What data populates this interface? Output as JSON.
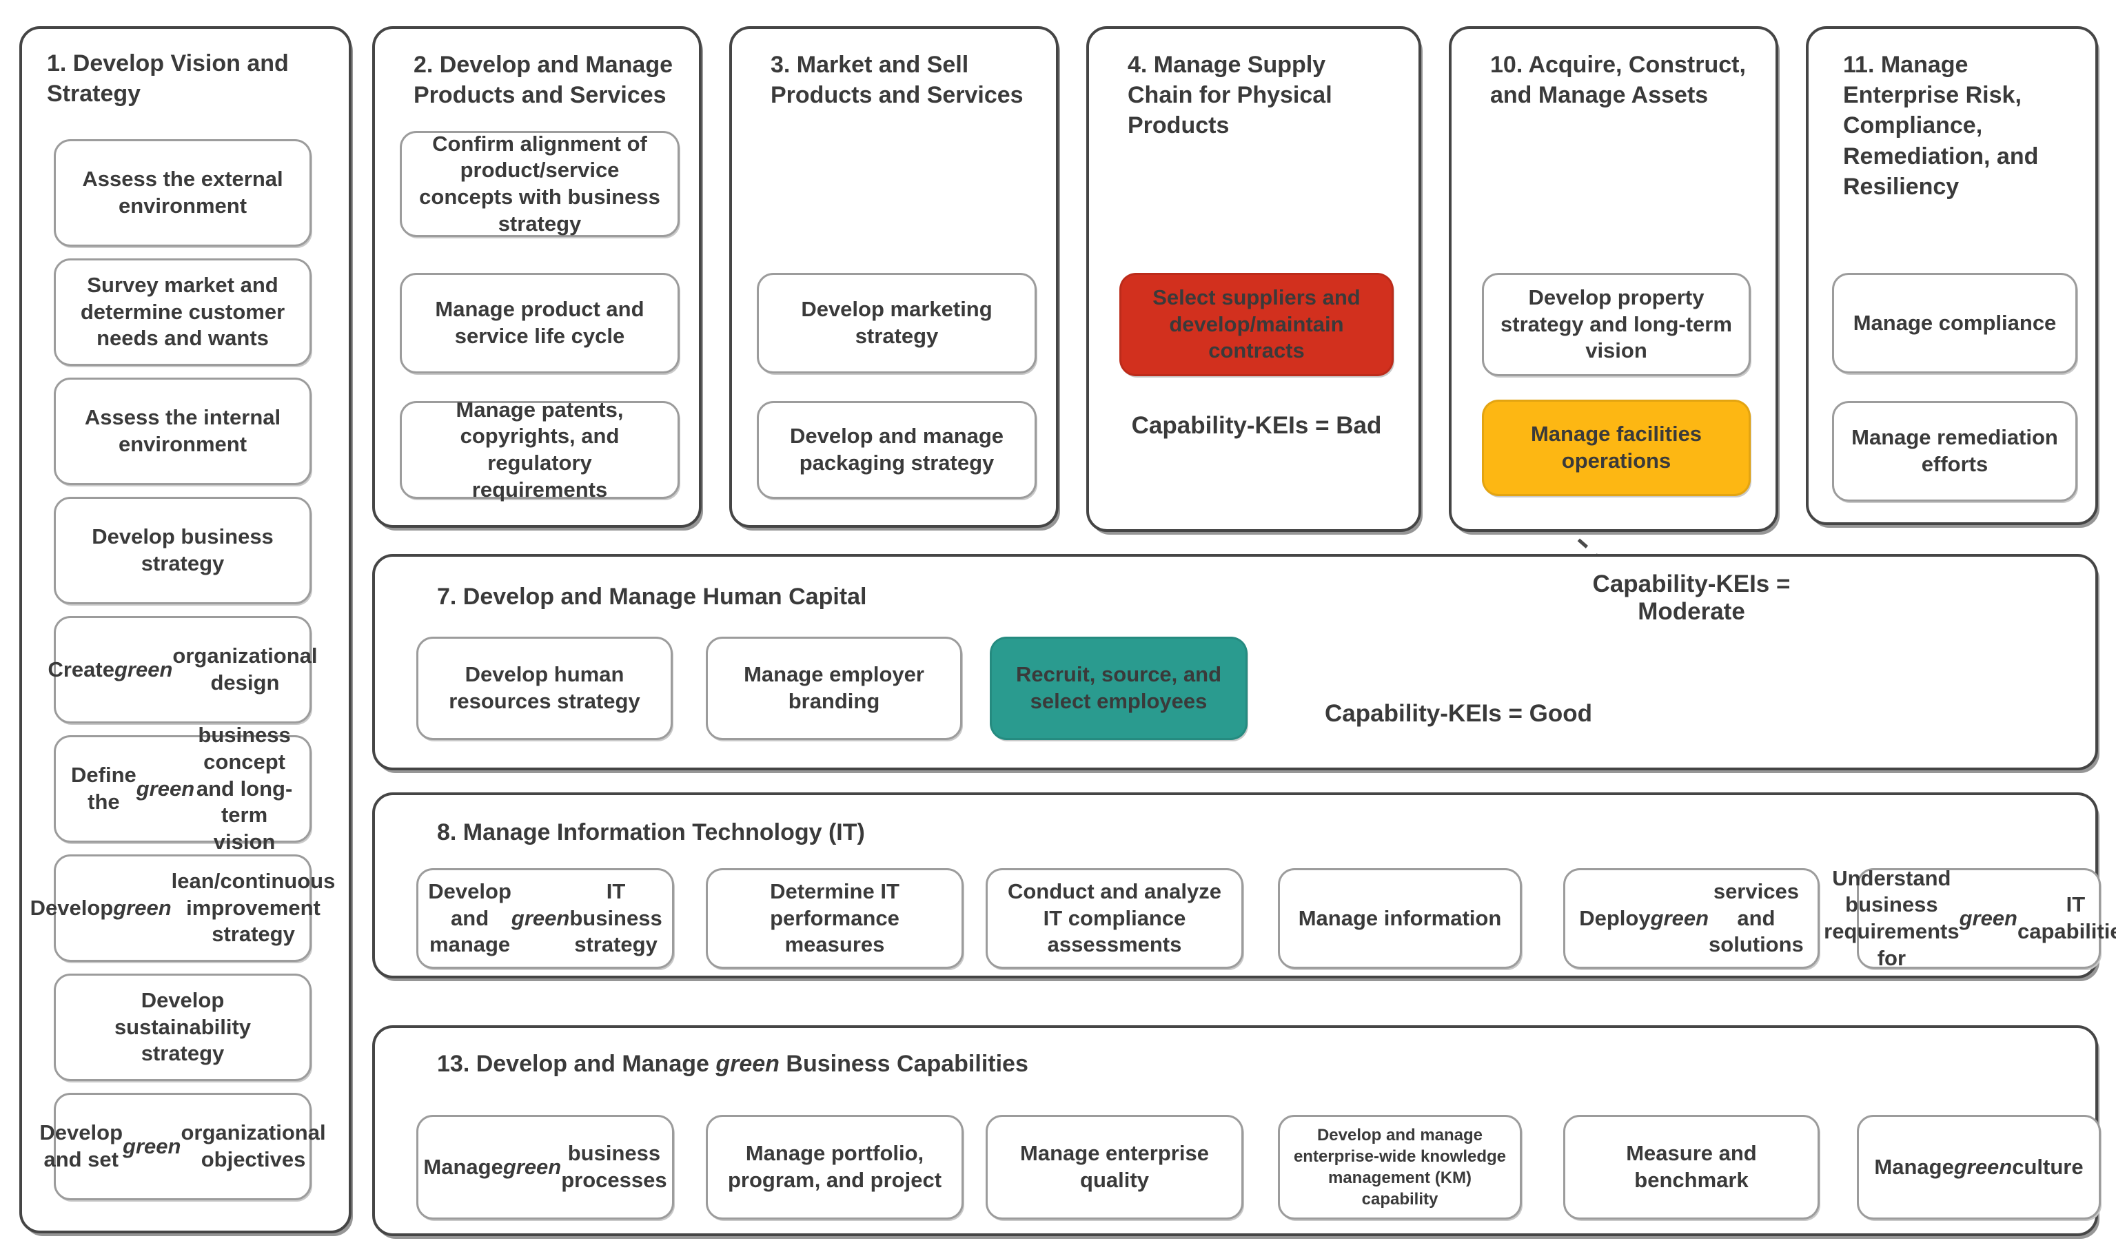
{
  "emphasis_terms": [
    "green"
  ],
  "colors": {
    "bad": "#d2301e",
    "moderate": "#fdb713",
    "good": "#2a9b8f",
    "outline": "#454545",
    "cell_border": "#9c9c9c",
    "text": "#3a3a3a"
  },
  "legend": {
    "bad": "Capability-KEIs = Bad",
    "moderate": "Capability-KEIs = Moderate",
    "good": "Capability-KEIs = Good"
  },
  "groups": {
    "g1": {
      "title": "1. Develop Vision and Strategy",
      "items": [
        "Assess the external environment",
        "Survey market and determine customer needs and wants",
        "Assess the internal environment",
        "Develop business strategy",
        "Create green organizational design",
        "Define the green business concept and long-term vision",
        "Develop green lean/continuous improvement strategy",
        "Develop sustainability strategy",
        "Develop and set green organizational objectives"
      ]
    },
    "g2": {
      "title": "2. Develop and Manage Products and Services",
      "items": [
        "Confirm alignment of product/service concepts with business strategy",
        "Manage product and service life cycle",
        "Manage patents, copyrights, and regulatory requirements"
      ]
    },
    "g3": {
      "title": "3. Market and Sell Products and Services",
      "items": [
        "Develop marketing strategy",
        "Develop and manage packaging strategy"
      ]
    },
    "g4": {
      "title": "4. Manage Supply Chain for Physical Products",
      "items": [
        "Select suppliers and develop/maintain contracts"
      ]
    },
    "g10": {
      "title": "10. Acquire, Construct, and Manage Assets",
      "items": [
        "Develop property strategy and long-term vision",
        "Manage facilities operations"
      ]
    },
    "g11": {
      "title": "11. Manage Enterprise Risk, Compliance, Remediation, and Resiliency",
      "items": [
        "Manage compliance",
        "Manage remediation efforts"
      ]
    },
    "g7": {
      "title": "7. Develop and Manage Human Capital",
      "items": [
        "Develop human resources strategy",
        "Manage employer branding",
        "Recruit, source, and select employees"
      ]
    },
    "g8": {
      "title": "8. Manage Information Technology (IT)",
      "items": [
        "Develop and manage green IT business strategy",
        "Determine IT performance measures",
        "Conduct and analyze IT compliance assessments",
        "Manage information",
        "Deploy green services and solutions",
        "Understand business requirements for green IT capabilities"
      ]
    },
    "g13": {
      "title": "13. Develop and Manage green Business Capabilities",
      "items": [
        "Manage green business processes",
        "Manage portfolio, program, and project",
        "Manage enterprise quality",
        "Develop and manage enterprise-wide knowledge management (KM) capability",
        "Measure and benchmark",
        "Manage green culture"
      ]
    }
  }
}
